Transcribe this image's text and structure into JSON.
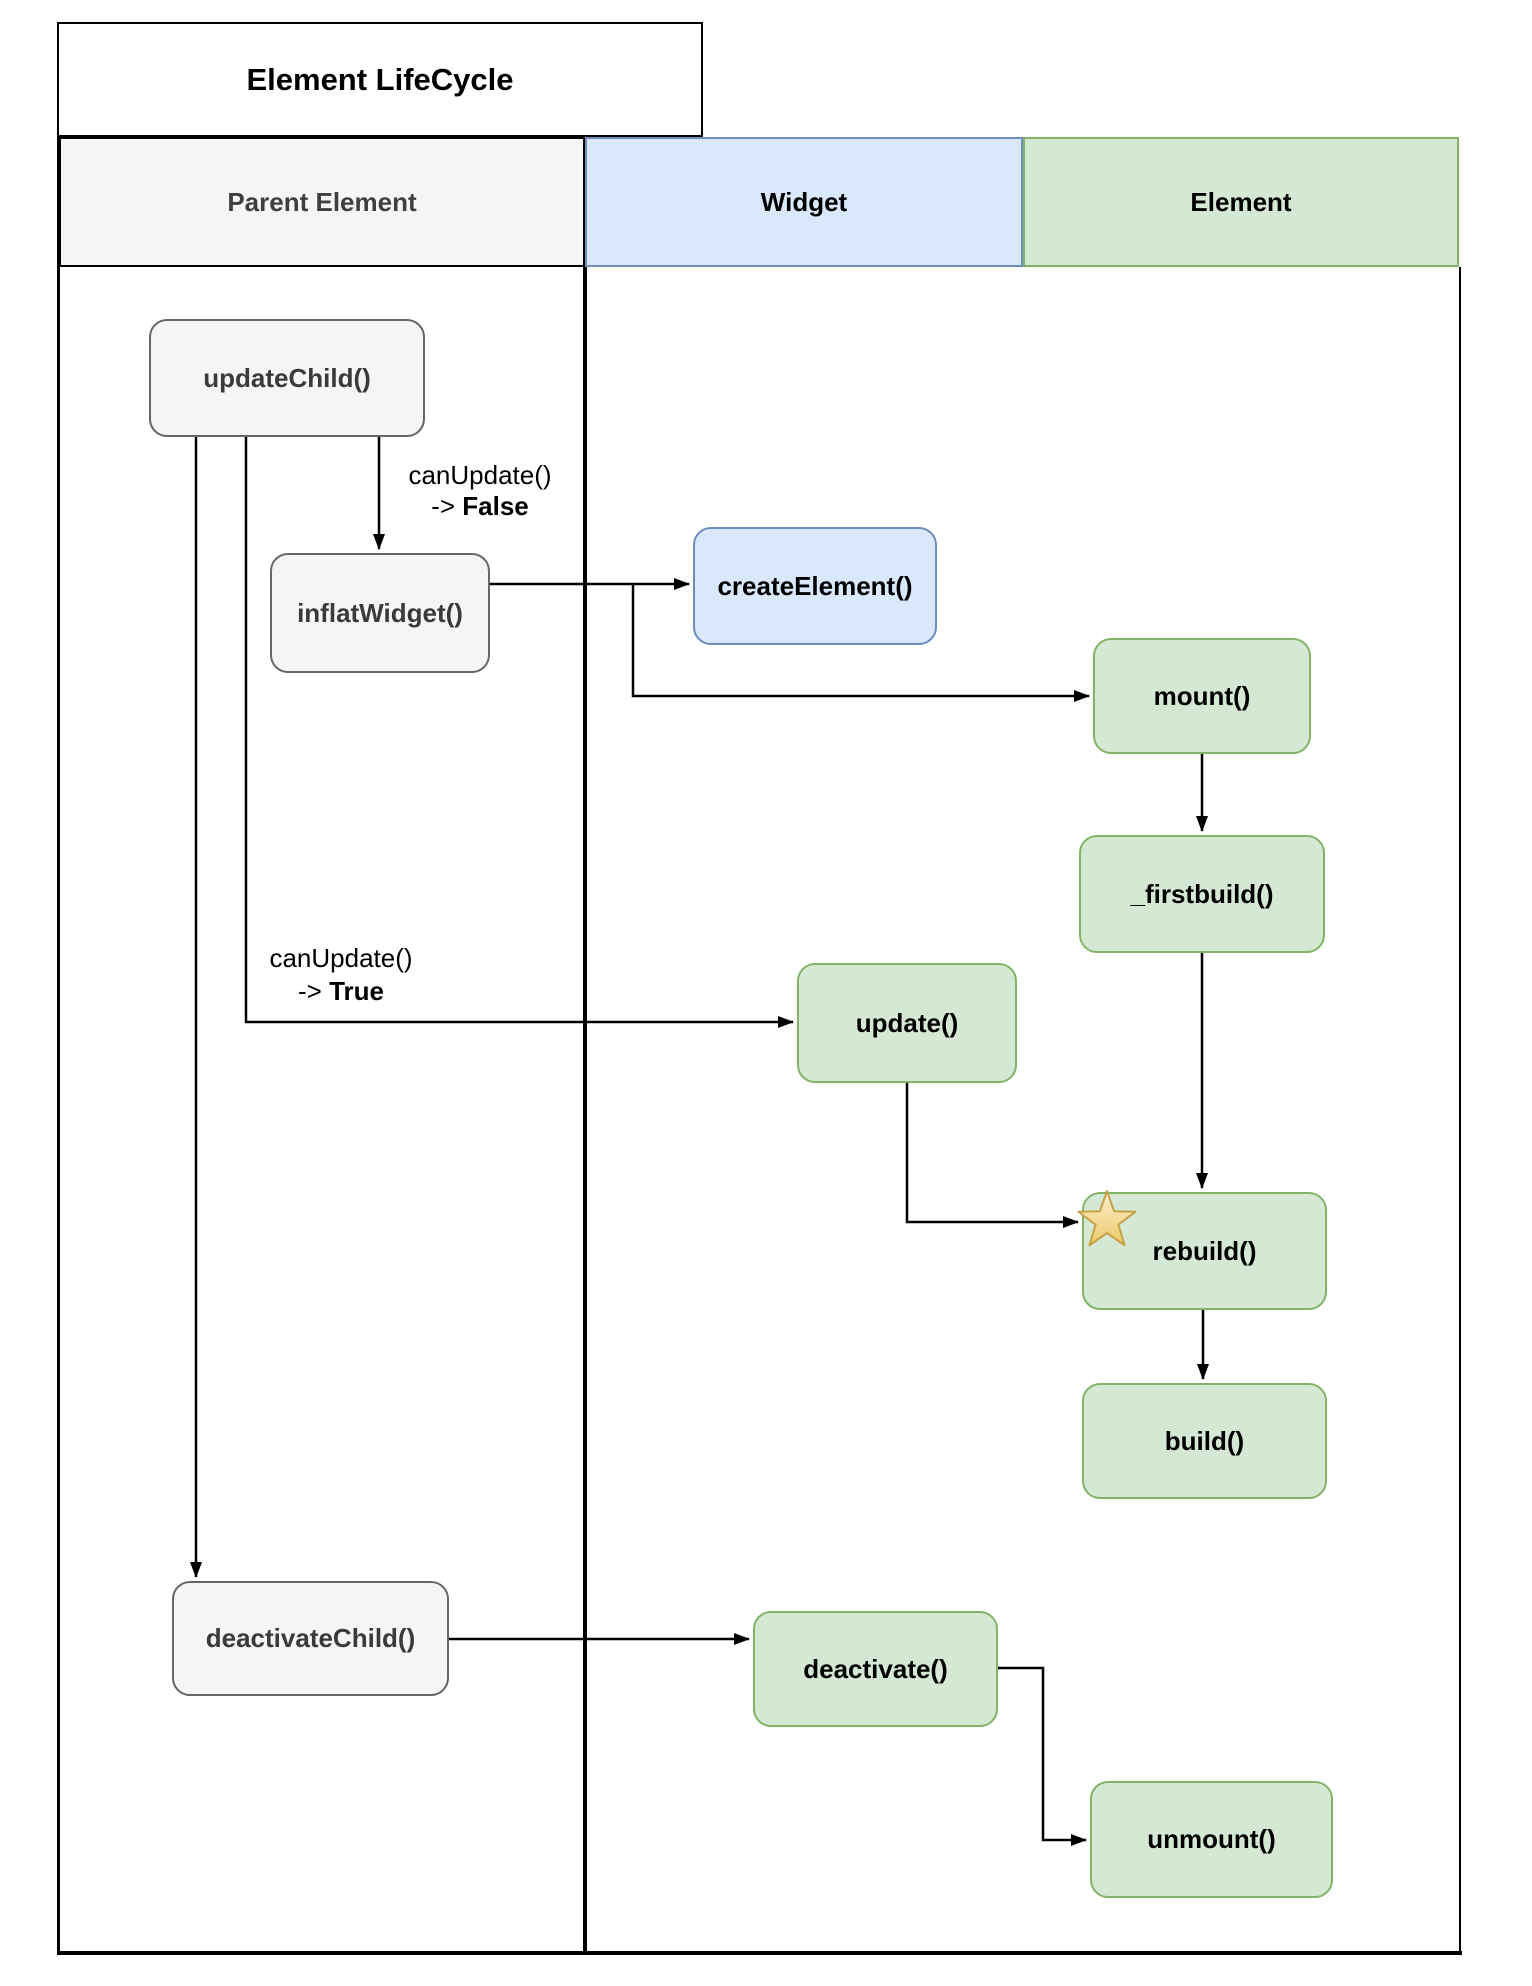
{
  "title": "Element LifeCycle",
  "lanes": [
    {
      "label": "Parent Element",
      "fill": "#f5f5f5",
      "border": "#000000"
    },
    {
      "label": "Widget",
      "fill": "#dae8fc",
      "border": "#6c8ebf"
    },
    {
      "label": "Element",
      "fill": "#d5e8d4",
      "border": "#82b366"
    }
  ],
  "nodes": {
    "update_child": {
      "label": "updateChild()",
      "lane": "Parent Element",
      "color": "gray"
    },
    "inflat_widget": {
      "label": "inflatWidget()",
      "lane": "Parent Element",
      "color": "gray"
    },
    "create_element": {
      "label": "createElement()",
      "lane": "Widget",
      "color": "blue"
    },
    "mount": {
      "label": "mount()",
      "lane": "Element",
      "color": "green"
    },
    "first_build": {
      "label": "_firstbuild()",
      "lane": "Element",
      "color": "green"
    },
    "update": {
      "label": "update()",
      "lane": "Widget",
      "color": "green"
    },
    "rebuild": {
      "label": "rebuild()",
      "lane": "Element",
      "color": "green",
      "icon": "star-icon"
    },
    "build": {
      "label": "build()",
      "lane": "Element",
      "color": "green"
    },
    "deactivate_child": {
      "label": "deactivateChild()",
      "lane": "Parent Element",
      "color": "gray"
    },
    "deactivate": {
      "label": "deactivate()",
      "lane": "Widget",
      "color": "green"
    },
    "unmount": {
      "label": "unmount()",
      "lane": "Element",
      "color": "green"
    }
  },
  "edge_labels": {
    "can_update_false": {
      "fn": "canUpdate()",
      "arrow": "->",
      "result": "False"
    },
    "can_update_true": {
      "fn": "canUpdate()",
      "arrow": "->",
      "result": "True"
    }
  },
  "colors": {
    "gray_fill": "#f5f5f5",
    "gray_border": "#666666",
    "blue_fill": "#dae8fc",
    "blue_border": "#6c8ebf",
    "green_fill": "#d5e8d4",
    "green_border": "#82b366",
    "star_fill": "#f3d982",
    "star_border": "#c6a147",
    "line": "#000000"
  }
}
